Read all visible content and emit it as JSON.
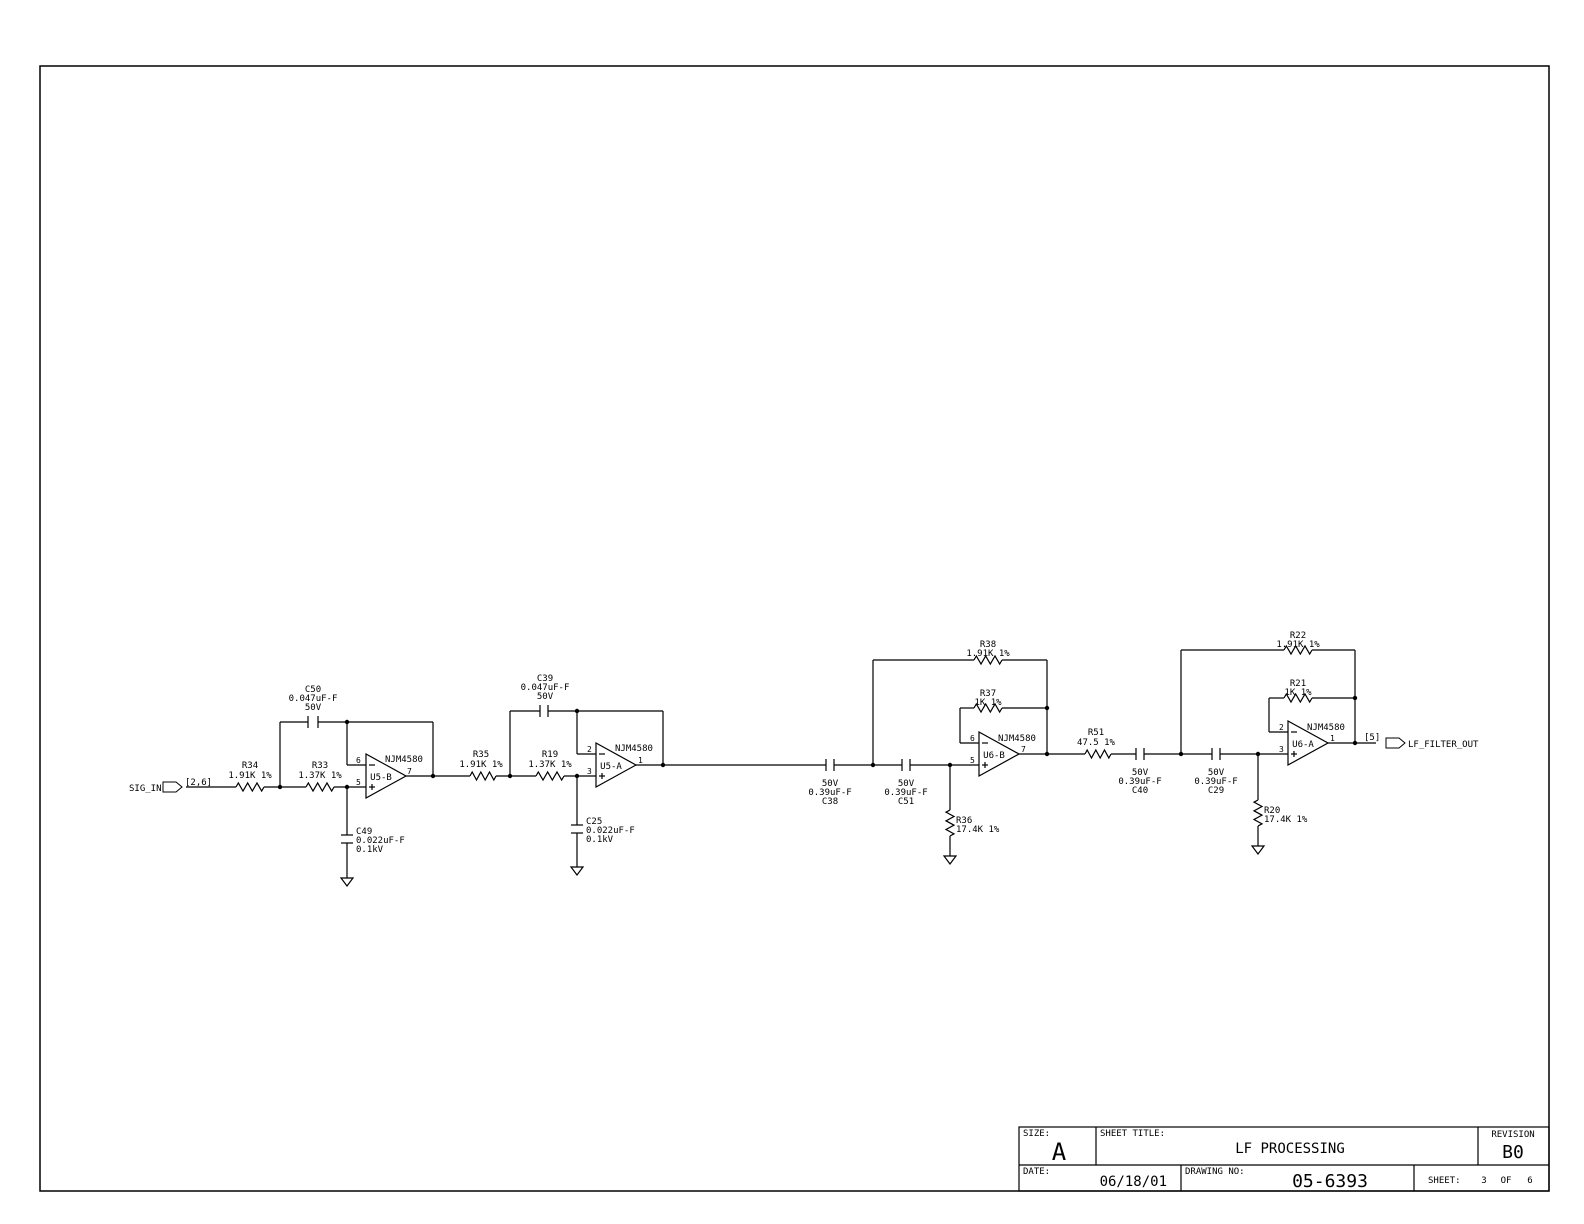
{
  "ports": {
    "input_name": "SIG_IN",
    "input_ref": "[2,6]",
    "output_ref": "[5]",
    "output_name": "LF_FILTER_OUT"
  },
  "components": {
    "R34": {
      "ref": "R34",
      "value": "1.91K 1%"
    },
    "R33": {
      "ref": "R33",
      "value": "1.37K 1%"
    },
    "C50": {
      "ref": "C50",
      "value": "0.047uF-F",
      "voltage": "50V"
    },
    "C49": {
      "ref": "C49",
      "value": "0.022uF-F",
      "voltage": "0.1kV"
    },
    "U5B": {
      "ref": "U5-B",
      "part": "NJM4580",
      "pin_inv": "6",
      "pin_noninv": "5",
      "pin_out": "7"
    },
    "R35": {
      "ref": "R35",
      "value": "1.91K 1%"
    },
    "R19": {
      "ref": "R19",
      "value": "1.37K 1%"
    },
    "C39": {
      "ref": "C39",
      "value": "0.047uF-F",
      "voltage": "50V"
    },
    "C25": {
      "ref": "C25",
      "value": "0.022uF-F",
      "voltage": "0.1kV"
    },
    "U5A": {
      "ref": "U5-A",
      "part": "NJM4580",
      "pin_inv": "2",
      "pin_noninv": "3",
      "pin_out": "1"
    },
    "C38": {
      "ref": "C38",
      "value": "0.39uF-F",
      "voltage": "50V"
    },
    "C51": {
      "ref": "C51",
      "value": "0.39uF-F",
      "voltage": "50V"
    },
    "R36": {
      "ref": "R36",
      "value": "17.4K 1%"
    },
    "R38": {
      "ref": "R38",
      "value": "1.91K 1%"
    },
    "R37": {
      "ref": "R37",
      "value": "1K 1%"
    },
    "U6B": {
      "ref": "U6-B",
      "part": "NJM4580",
      "pin_inv": "6",
      "pin_noninv": "5",
      "pin_out": "7"
    },
    "R51": {
      "ref": "R51",
      "value": "47.5 1%"
    },
    "C40": {
      "ref": "C40",
      "value": "0.39uF-F",
      "voltage": "50V"
    },
    "C29": {
      "ref": "C29",
      "value": "0.39uF-F",
      "voltage": "50V"
    },
    "R20": {
      "ref": "R20",
      "value": "17.4K 1%"
    },
    "R22": {
      "ref": "R22",
      "value": "1.91K 1%"
    },
    "R21": {
      "ref": "R21",
      "value": "1K 1%"
    },
    "U6A": {
      "ref": "U6-A",
      "part": "NJM4580",
      "pin_inv": "2",
      "pin_noninv": "3",
      "pin_out": "1"
    }
  },
  "title_block": {
    "size_label": "SIZE:",
    "size": "A",
    "sheet_title_label": "SHEET TITLE:",
    "sheet_title": "LF PROCESSING",
    "revision_label": "REVISION",
    "revision": "B0",
    "date_label": "DATE:",
    "date": "06/18/01",
    "drawing_no_label": "DRAWING NO:",
    "drawing_no": "05-6393",
    "sheet_label": "SHEET:",
    "sheet_num": "3",
    "of_label": "OF",
    "sheet_total": "6"
  }
}
